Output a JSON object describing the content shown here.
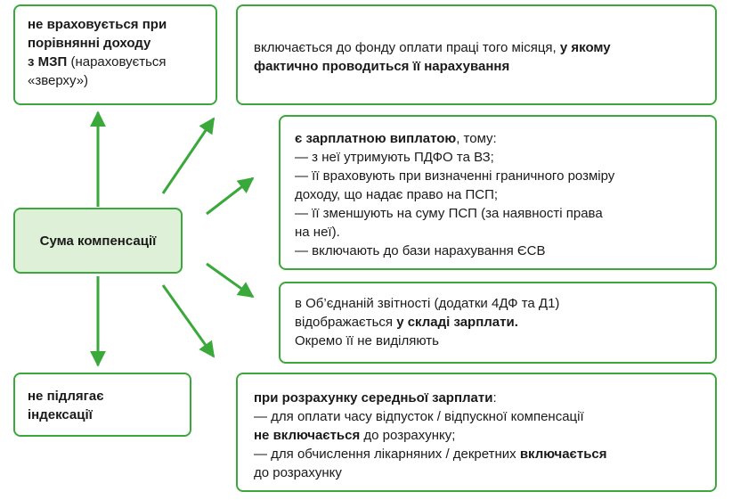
{
  "center": {
    "label": "Сума компенсації"
  },
  "box_top_left": {
    "lines": [
      {
        "parts": [
          {
            "t": "не враховується при",
            "b": true
          }
        ]
      },
      {
        "parts": [
          {
            "t": "порівнянні доходу",
            "b": true
          }
        ]
      },
      {
        "parts": [
          {
            "t": "з МЗП",
            "b": true
          },
          {
            "t": " (нараховується",
            "b": false
          }
        ]
      },
      {
        "parts": [
          {
            "t": "«зверху»)",
            "b": false
          }
        ]
      }
    ]
  },
  "box_top_right": {
    "lines": [
      {
        "parts": [
          {
            "t": "включається до фонду оплати праці того місяця, ",
            "b": false
          },
          {
            "t": "у якому",
            "b": true
          }
        ]
      },
      {
        "parts": [
          {
            "t": "фактично проводиться її нарахування",
            "b": true
          }
        ]
      }
    ]
  },
  "box_mid_right_1": {
    "lines": [
      {
        "parts": [
          {
            "t": "є зарплатною виплатою",
            "b": true
          },
          {
            "t": ", тому:",
            "b": false
          }
        ]
      },
      {
        "parts": [
          {
            "t": "— з неї утримують ПДФО та ВЗ;",
            "b": false
          }
        ]
      },
      {
        "parts": [
          {
            "t": "— її враховують при визначенні граничного розміру",
            "b": false
          }
        ]
      },
      {
        "parts": [
          {
            "t": "доходу, що надає право на ПСП;",
            "b": false
          }
        ]
      },
      {
        "parts": [
          {
            "t": "— її зменшують на суму ПСП (за наявності права",
            "b": false
          }
        ]
      },
      {
        "parts": [
          {
            "t": "на неї).",
            "b": false
          }
        ]
      },
      {
        "parts": [
          {
            "t": "— включають до бази нарахування ЄСВ",
            "b": false
          }
        ]
      }
    ]
  },
  "box_mid_right_2": {
    "lines": [
      {
        "parts": [
          {
            "t": "в Об’єднаній звітності (додатки 4ДФ та Д1)",
            "b": false
          }
        ]
      },
      {
        "parts": [
          {
            "t": "відображається ",
            "b": false
          },
          {
            "t": "у складі зарплати.",
            "b": true
          }
        ]
      },
      {
        "parts": [
          {
            "t": "Окремо її не виділяють",
            "b": false
          }
        ]
      }
    ]
  },
  "box_bottom_left": {
    "lines": [
      {
        "parts": [
          {
            "t": "не підлягає",
            "b": true
          }
        ]
      },
      {
        "parts": [
          {
            "t": "індексації",
            "b": true
          }
        ]
      }
    ]
  },
  "box_bottom_right": {
    "lines": [
      {
        "parts": [
          {
            "t": "при розрахунку середньої зарплати",
            "b": true
          },
          {
            "t": ":",
            "b": false
          }
        ]
      },
      {
        "parts": [
          {
            "t": "— для оплати часу відпусток / відпускної компенсації",
            "b": false
          }
        ]
      },
      {
        "parts": [
          {
            "t": "не включається",
            "b": true
          },
          {
            "t": " до розрахунку;",
            "b": false
          }
        ]
      },
      {
        "parts": [
          {
            "t": "— для обчислення лікарняних / декретних ",
            "b": false
          },
          {
            "t": "включається",
            "b": true
          }
        ]
      },
      {
        "parts": [
          {
            "t": "до розрахунку",
            "b": false
          }
        ]
      }
    ]
  },
  "colors": {
    "accent": "#3aa83a",
    "center_fill": "#dff0d8"
  }
}
